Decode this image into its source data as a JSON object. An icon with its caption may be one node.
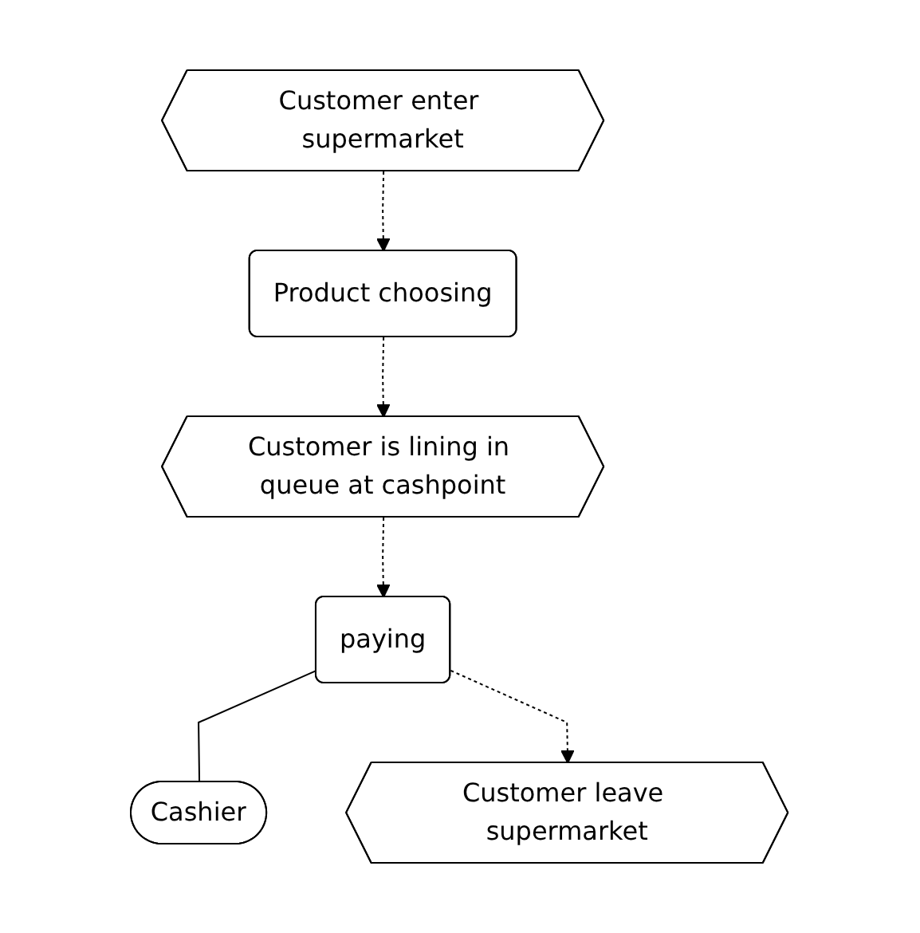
{
  "diagram": {
    "nodes": [
      {
        "text": [
          "Customer enter supermarket"
        ]
      },
      {
        "text": [
          "Product choosing"
        ]
      },
      {
        "text": [
          "Customer is lining in queue at cashpoint"
        ]
      },
      {
        "text": [
          "paying"
        ]
      },
      {
        "text": [
          "Cashier"
        ]
      },
      {
        "text": [
          "Customer leave supermarket"
        ]
      }
    ],
    "edges": [
      {
        "from": 0,
        "to": 1,
        "arrow": "to",
        "style": "dashed"
      },
      {
        "from": 1,
        "to": 2,
        "arrow": "to",
        "style": "dashed"
      },
      {
        "from": 2,
        "to": 3,
        "arrow": "to",
        "style": "dashed"
      },
      {
        "from": 3,
        "to": 4,
        "arrow": "none"
      },
      {
        "from": 3,
        "to": 5,
        "arrow": "to",
        "style": "dashed"
      }
    ]
  }
}
